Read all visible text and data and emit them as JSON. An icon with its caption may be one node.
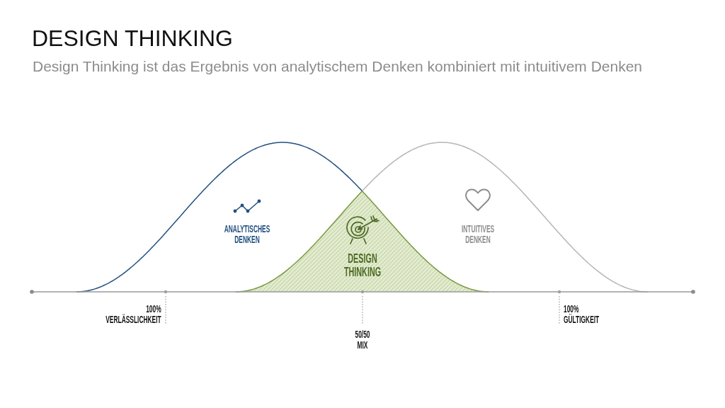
{
  "diagram": {
    "title": "DESIGN THINKING",
    "nodes": [
      {
        "text": [
          "ANALYTISCHES DENKEN"
        ],
        "beside": [
          "100% VERLÄSSLICHKEIT"
        ]
      },
      {
        "text": [
          "DESIGN THINKING"
        ],
        "beside": [
          "50/50 MIX"
        ]
      },
      {
        "text": [
          "INTUITIVES DENKEN"
        ],
        "beside": [
          "100% GÜLTIGKEIT"
        ]
      }
    ],
    "labels": [
      "Design Thinking ist das Ergebnis von analytischem Denken kombiniert mit intuitivem Denken"
    ]
  }
}
